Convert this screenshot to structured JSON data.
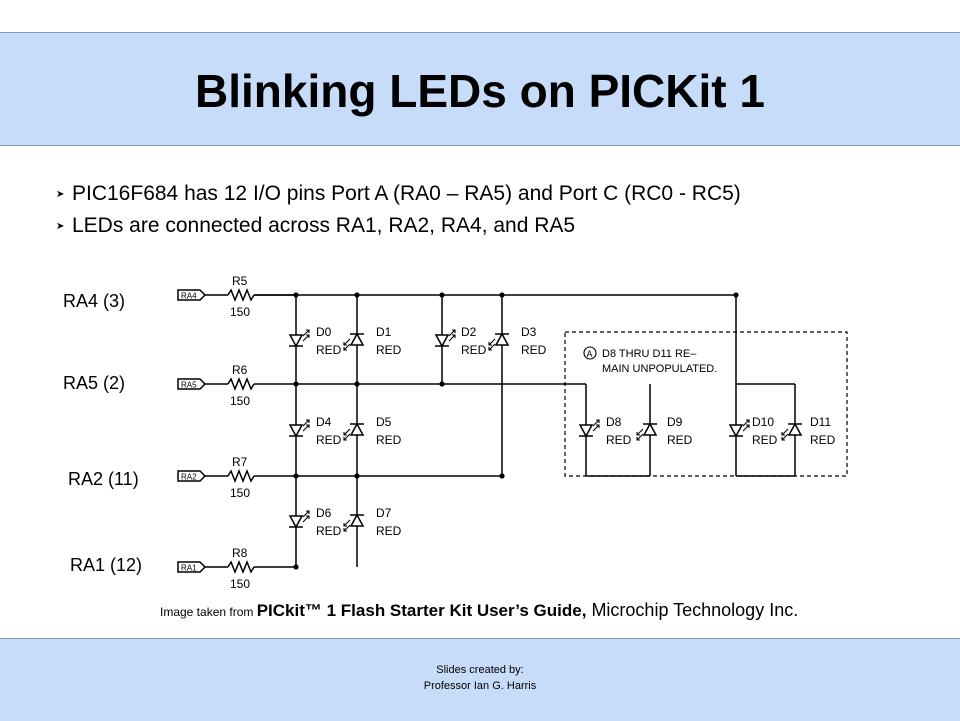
{
  "slide": {
    "title": "Blinking LEDs on PICKit 1",
    "bullets": [
      "PIC16F684 has 12 I/O pins Port A (RA0 – RA5) and Port C (RC0 - RC5)",
      "LEDs are connected across RA1, RA2, RA4, and RA5"
    ],
    "bullet_icon": "arrowhead-right"
  },
  "schematic": {
    "pin_labels": [
      "RA4 (3)",
      "RA5 (2)",
      "RA2 (11)",
      "RA1 (12)"
    ],
    "port_tags": [
      "RA4",
      "RA5",
      "RA2",
      "RA1"
    ],
    "resistors": [
      {
        "name": "R5",
        "value": "150"
      },
      {
        "name": "R6",
        "value": "150"
      },
      {
        "name": "R7",
        "value": "150"
      },
      {
        "name": "R8",
        "value": "150"
      }
    ],
    "leds": [
      {
        "name": "D0",
        "color": "RED"
      },
      {
        "name": "D1",
        "color": "RED"
      },
      {
        "name": "D2",
        "color": "RED"
      },
      {
        "name": "D3",
        "color": "RED"
      },
      {
        "name": "D4",
        "color": "RED"
      },
      {
        "name": "D5",
        "color": "RED"
      },
      {
        "name": "D6",
        "color": "RED"
      },
      {
        "name": "D7",
        "color": "RED"
      },
      {
        "name": "D8",
        "color": "RED"
      },
      {
        "name": "D9",
        "color": "RED"
      },
      {
        "name": "D10",
        "color": "RED"
      },
      {
        "name": "D11",
        "color": "RED"
      }
    ],
    "note_marker": "A",
    "note_lines": [
      "D8 THRU D11 RE–",
      "MAIN UNPOPULATED."
    ]
  },
  "caption": {
    "prefix": "Image taken from ",
    "title": "PICkit™ 1 Flash Starter Kit User’s Guide,",
    "suffix": " Microchip Technology Inc."
  },
  "footer": {
    "line1": "Slides created by:",
    "line2": "Professor Ian G. Harris"
  },
  "colors": {
    "band": "#c7dcf8",
    "band_border": "#7f97b8"
  }
}
